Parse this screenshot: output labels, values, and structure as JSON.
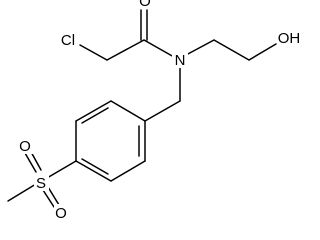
{
  "structure": {
    "atoms": {
      "chlorine": "Cl",
      "carbonyl_oxygen": "O",
      "amide_nitrogen": "N",
      "hydroxyl": "OH",
      "sulfur": "S",
      "sulfonyl_oxygen_top": "O",
      "sulfonyl_oxygen_bottom": "O"
    }
  }
}
